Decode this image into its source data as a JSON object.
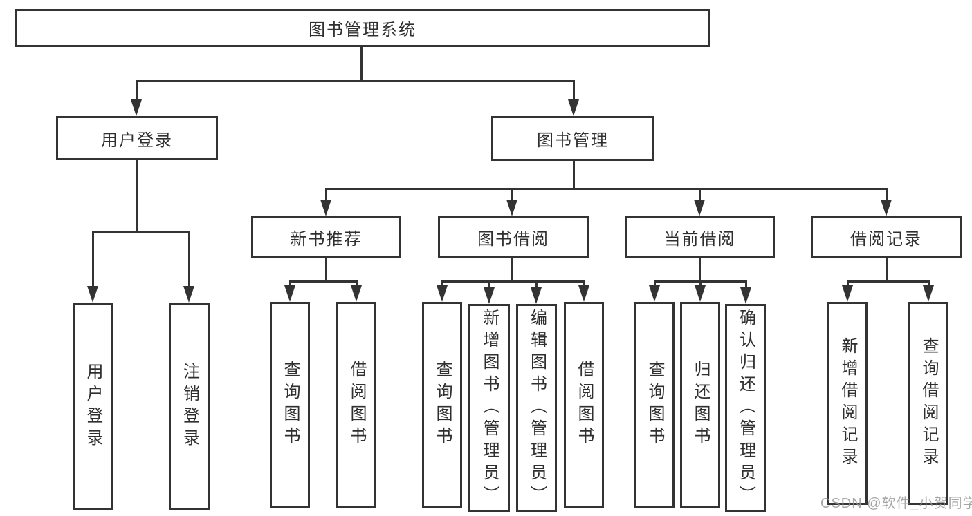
{
  "diagram": {
    "title": "图书管理系统",
    "root": {
      "label": "图书管理系统"
    },
    "level1": [
      {
        "label": "用户登录"
      },
      {
        "label": "图书管理"
      }
    ],
    "level2": [
      {
        "label": "新书推荐"
      },
      {
        "label": "图书借阅"
      },
      {
        "label": "当前借阅"
      },
      {
        "label": "借阅记录"
      }
    ],
    "leaves": {
      "user_login": [
        "用户登录",
        "注销登录"
      ],
      "new_book_rec": [
        "查询图书",
        "借阅图书"
      ],
      "book_borrow": [
        "查询图书",
        "新增图书（管理员）",
        "编辑图书（管理员）",
        "借阅图书"
      ],
      "current_borrow": [
        "查询图书",
        "归还图书",
        "确认归还（管理员）"
      ],
      "borrow_records": [
        "新增借阅记录",
        "查询借阅记录"
      ]
    }
  },
  "colors": {
    "line": "#333333",
    "text": "#2f2f2f",
    "background": "#ffffff",
    "watermark": "#969696"
  },
  "watermark": {
    "text": "CSDN @软件_小贺同学"
  }
}
